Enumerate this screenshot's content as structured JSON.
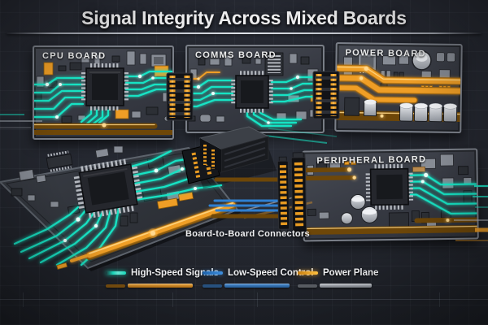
{
  "title": "Signal Integrity Across Mixed Boards",
  "boards": [
    {
      "id": "cpu",
      "label": "CPU BOARD"
    },
    {
      "id": "comms",
      "label": "COMMS BOARD"
    },
    {
      "id": "power",
      "label": "POWER BOARD"
    },
    {
      "id": "peripheral",
      "label": "PERIPHERAL BOARD"
    }
  ],
  "annotation": {
    "board_to_board": "Board-to-Board Connectors"
  },
  "legend": {
    "items": [
      {
        "label": "High-Speed Signals",
        "color": "#19e3c4"
      },
      {
        "label": "Low-Speed Control",
        "color": "#2f80d2"
      },
      {
        "label": "Power Plane",
        "color": "#f2a024"
      }
    ]
  },
  "colors": {
    "background": "#262932",
    "board_surface": "#3a3e47",
    "high_speed_trace": "#19e3c4",
    "low_speed_trace": "#2f80d2",
    "power_plane": "#ef9e26",
    "connector_pins": "#e89b22",
    "title_text": "#ededee"
  }
}
